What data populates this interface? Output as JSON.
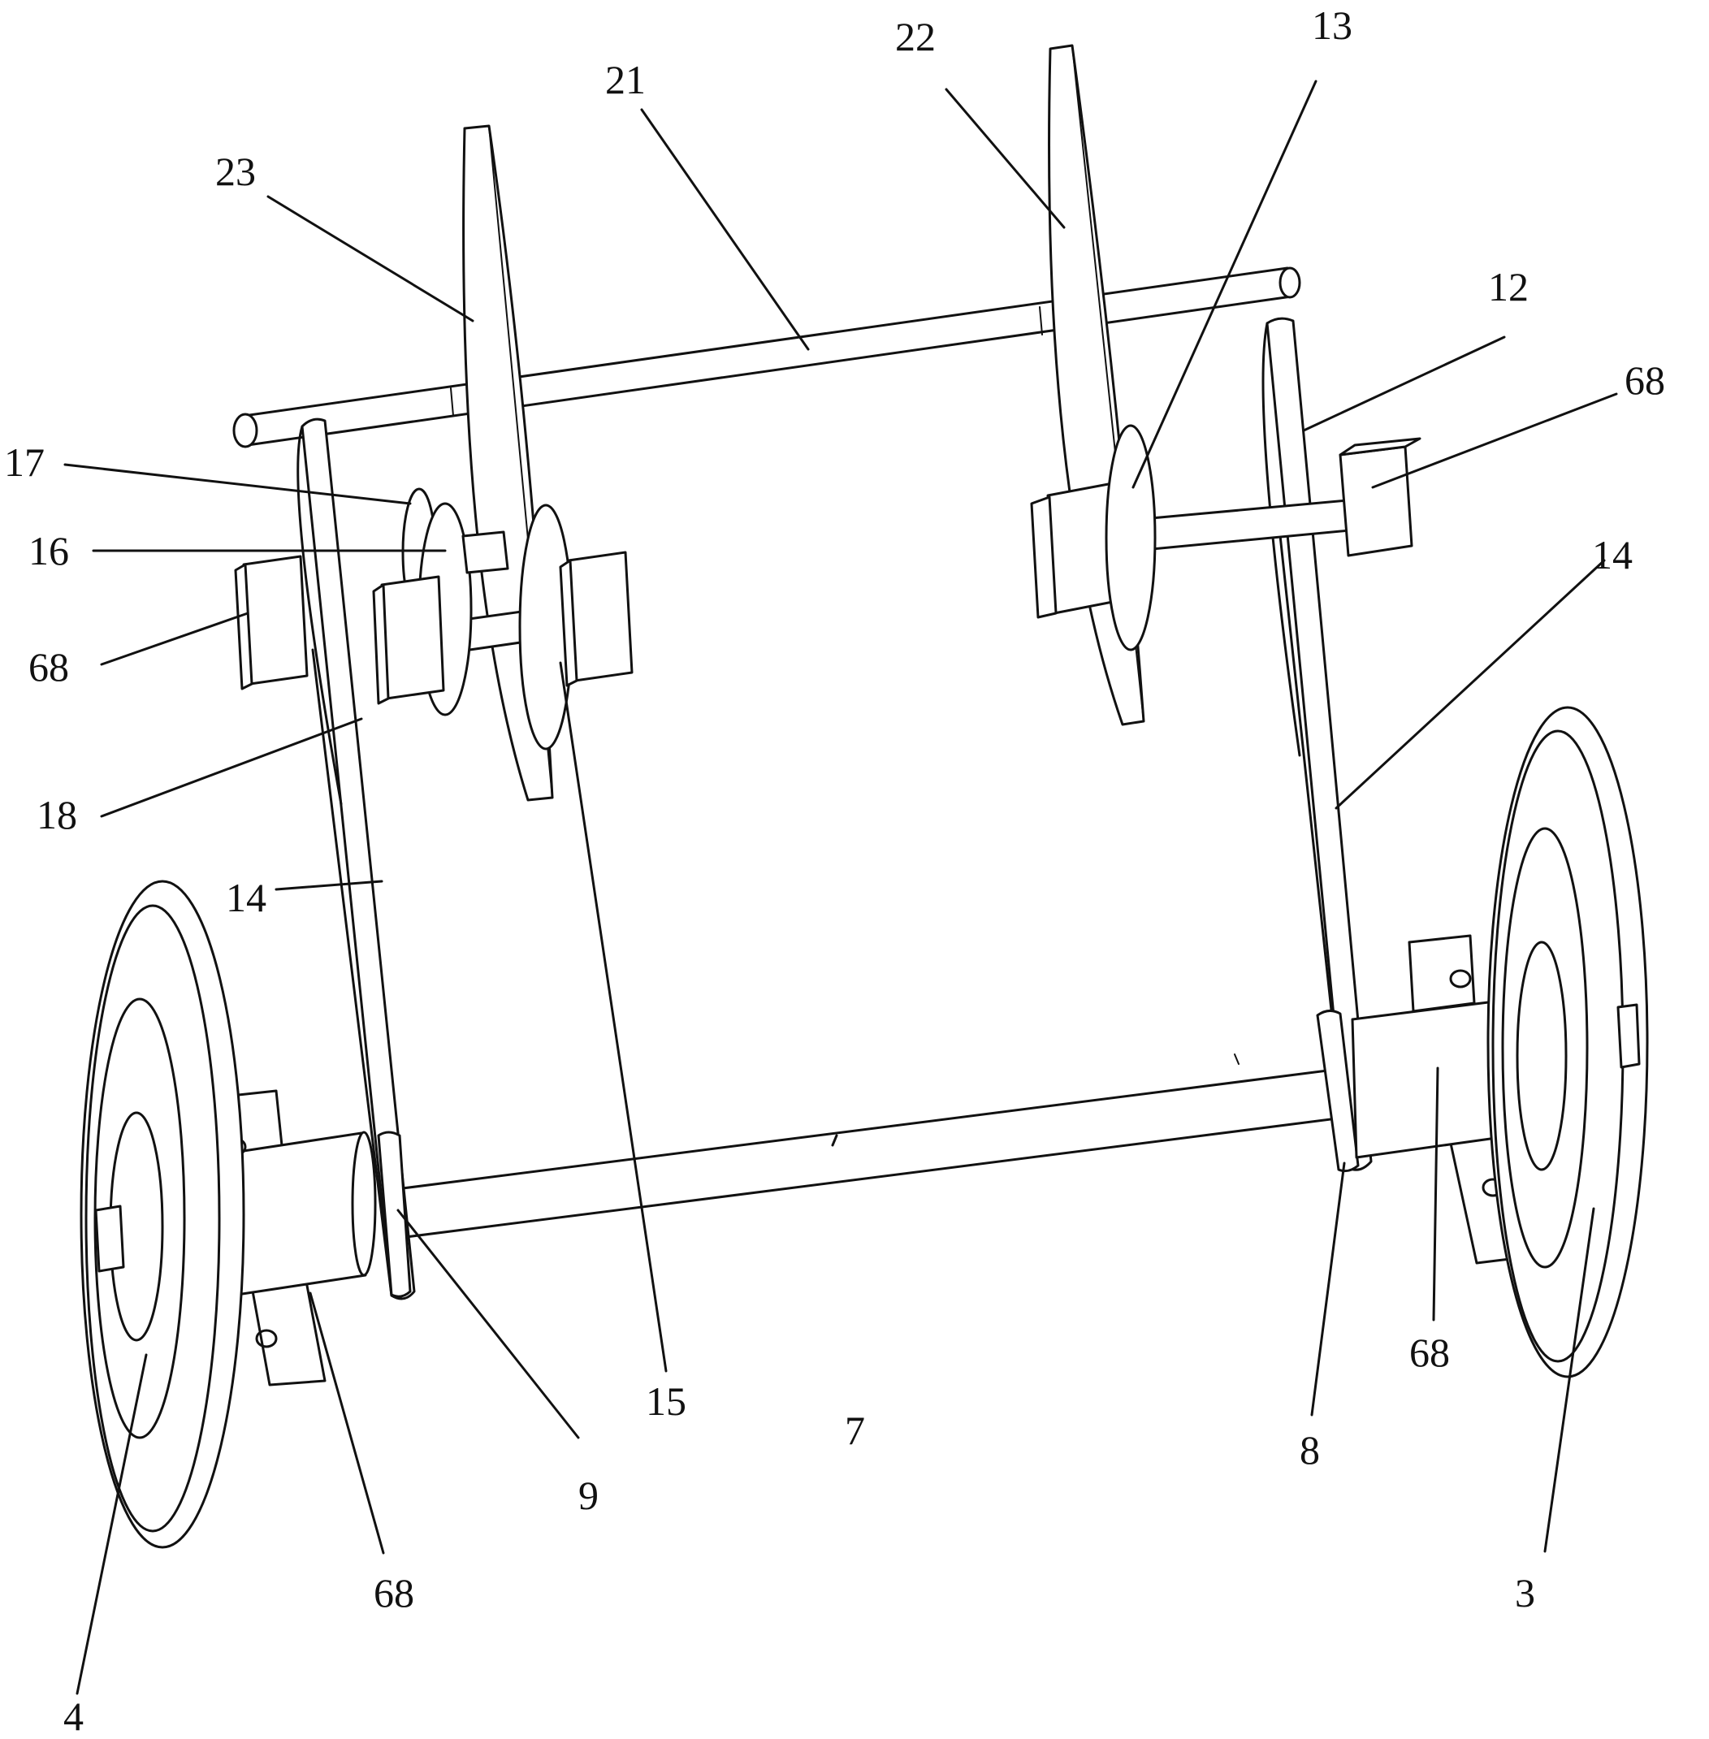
{
  "labels": {
    "l23": "23",
    "l21": "21",
    "l22": "22",
    "l13": "13",
    "l12": "12",
    "l68_tr": "68",
    "l17": "17",
    "l16": "16",
    "l68_ml": "68",
    "l14_r": "14",
    "l18": "18",
    "l14_l": "14",
    "l15": "15",
    "l7": "7",
    "l9": "9",
    "l8": "8",
    "l68_br": "68",
    "l68_bl": "68",
    "l4": "4",
    "l3": "3"
  }
}
